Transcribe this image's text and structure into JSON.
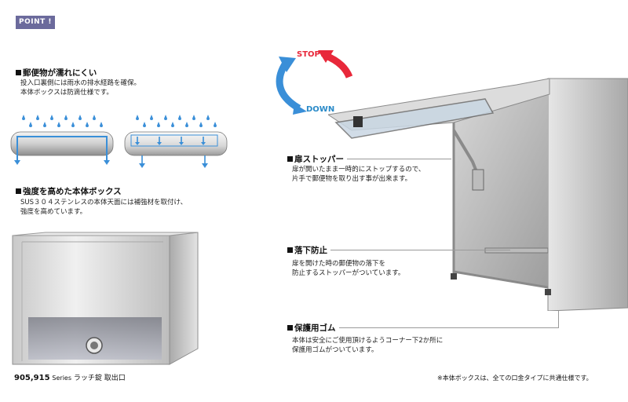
{
  "badge": "POINT !",
  "sections": {
    "wet": {
      "heading": "郵便物が濡れにくい",
      "lines": [
        "投入口裏側には雨水の排水経路を確保。",
        "本体ボックスは防滴仕様です。"
      ]
    },
    "strength": {
      "heading": "強度を高めた本体ボックス",
      "lines": [
        "SUS３０４ステンレスの本体天面には補強材を取付け、",
        "強度を高めています。"
      ]
    }
  },
  "product_caption": {
    "model": "905,915",
    "series": "Series",
    "text": "ラッチ錠 取出口"
  },
  "door_motion": {
    "stop_label": "STOP!!",
    "down_label": "DOWN"
  },
  "callouts": {
    "stopper": {
      "heading": "扉ストッパー",
      "lines": [
        "扉が開いたまま一時的にストップするので、",
        "片手で郵便物を取り出す事が出来ます。"
      ]
    },
    "fall": {
      "heading": "落下防止",
      "lines": [
        "扉を開けた時の郵便物の落下を",
        "防止するストッパーがついています。"
      ]
    },
    "rubber": {
      "heading": "保護用ゴム",
      "lines": [
        "本体は安全にご使用頂けるようコーナー下2か所に",
        "保護用ゴムがついています。"
      ]
    }
  },
  "footnote": "※本体ボックスは、全ての口金タイプに共通仕様です。",
  "colors": {
    "badge": "#6b6a9c",
    "stop": "#e8283a",
    "down": "#2a8ac8",
    "water": "#3a8fd8"
  }
}
